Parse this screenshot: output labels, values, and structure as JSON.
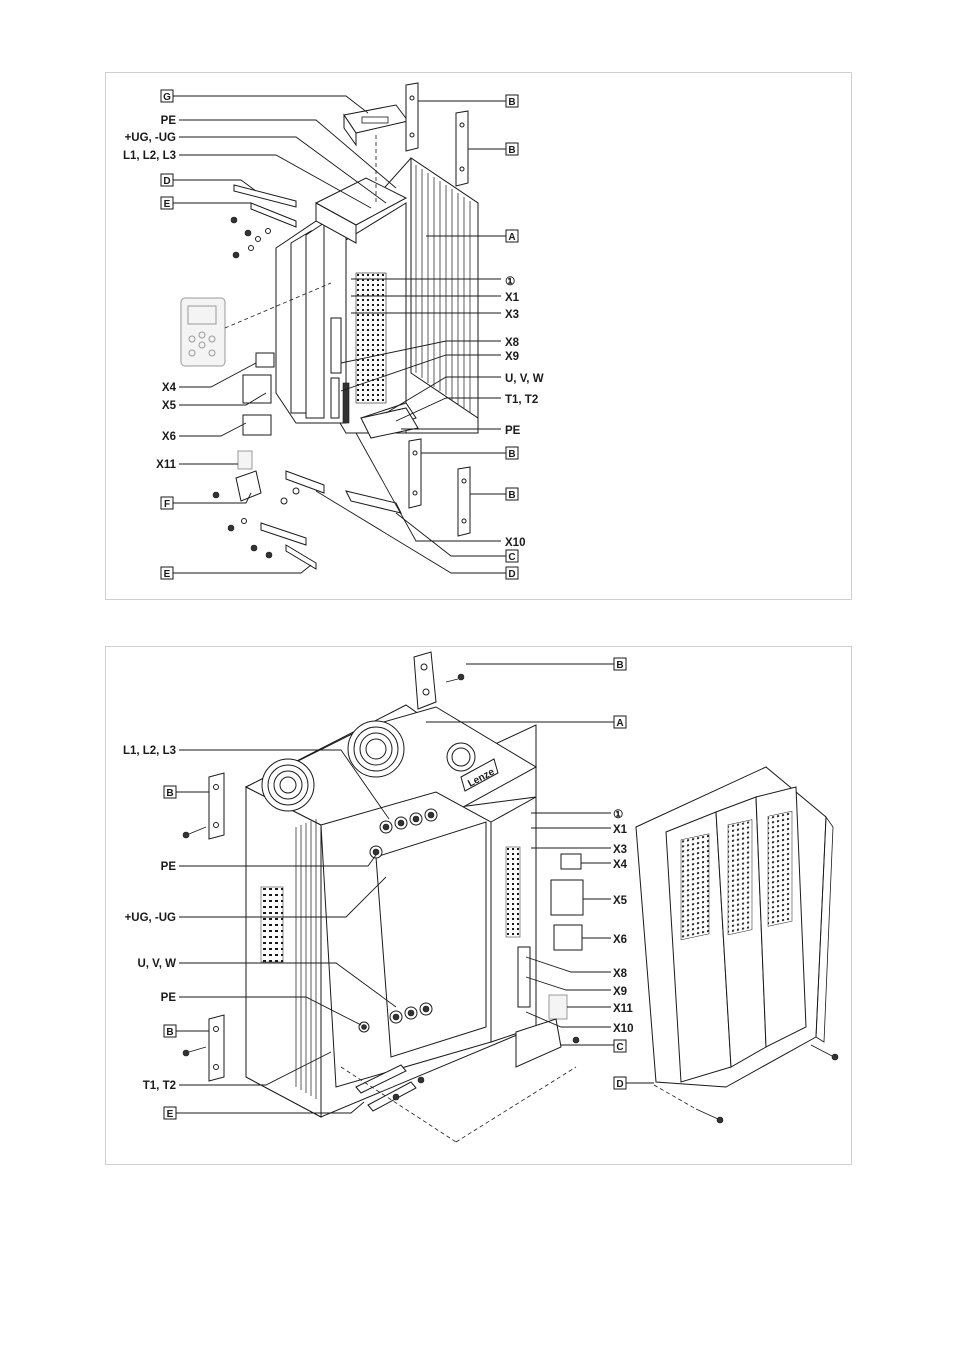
{
  "top_diagram": {
    "labels": {
      "G": "G",
      "PE_top": "PE",
      "UG": "+UG, -UG",
      "L123": "L1, L2, L3",
      "D_left": "D",
      "E_left": "E",
      "B1": "B",
      "B2": "B",
      "A": "A",
      "circle1": "①",
      "X1": "X1",
      "X3": "X3",
      "X8": "X8",
      "X9": "X9",
      "UVW": "U, V, W",
      "T12": "T1, T2",
      "PE_right": "PE",
      "X4": "X4",
      "X5": "X5",
      "X6": "X6",
      "X11": "X11",
      "B3": "B",
      "B4": "B",
      "F": "F",
      "X10": "X10",
      "C": "C",
      "D_bottom": "D",
      "E_bottom": "E"
    }
  },
  "bottom_diagram": {
    "labels": {
      "B_top": "B",
      "A": "A",
      "L123": "L1, L2, L3",
      "B_left1": "B",
      "circle1": "①",
      "X1": "X1",
      "X3": "X3",
      "X4": "X4",
      "PE1": "PE",
      "X5": "X5",
      "UG": "+UG, -UG",
      "X6": "X6",
      "UVW": "U, V, W",
      "X8": "X8",
      "PE2": "PE",
      "X9": "X9",
      "X11": "X11",
      "X10": "X10",
      "B_left2": "B",
      "C": "C",
      "T12": "T1, T2",
      "D": "D",
      "E": "E",
      "logo": "Lenze"
    }
  }
}
